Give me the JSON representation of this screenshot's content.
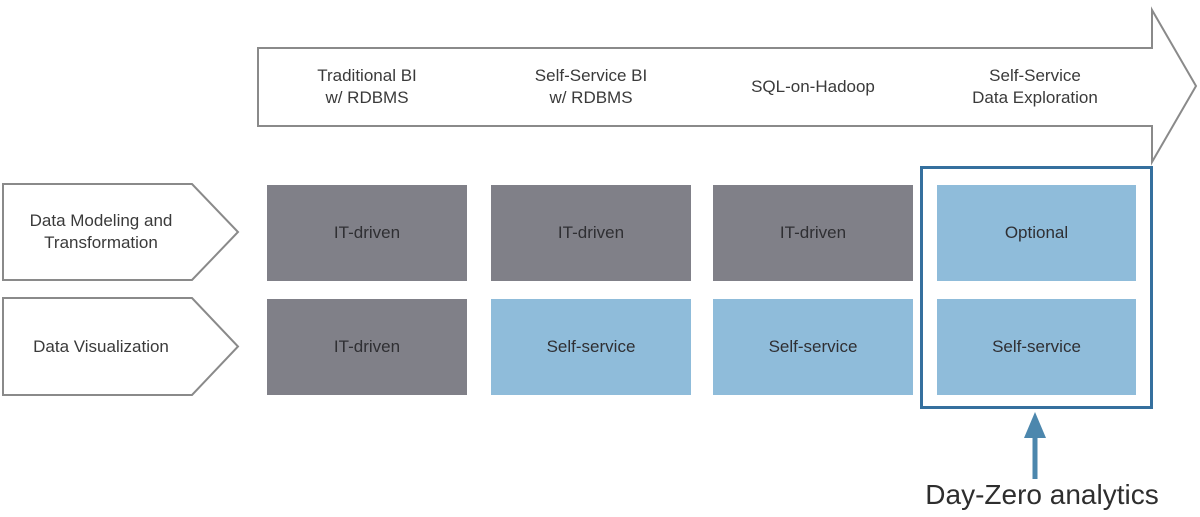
{
  "colors": {
    "gray_cell": "#808088",
    "blue_cell": "#8FBCDA",
    "outline": "#8A8A8A",
    "highlight_border": "#35709E",
    "annotation_arrow": "#4C87AD",
    "text": "#3A3A3A"
  },
  "timeline": {
    "stages": [
      {
        "label": "Traditional BI\nw/ RDBMS"
      },
      {
        "label": "Self-Service BI\nw/ RDBMS"
      },
      {
        "label": "SQL-on-Hadoop"
      },
      {
        "label": "Self-Service\nData Exploration"
      }
    ]
  },
  "rows": [
    {
      "label": "Data Modeling and\nTransformation"
    },
    {
      "label": "Data Visualization"
    }
  ],
  "matrix": [
    [
      {
        "label": "IT-driven",
        "type": "it_driven"
      },
      {
        "label": "IT-driven",
        "type": "it_driven"
      },
      {
        "label": "IT-driven",
        "type": "it_driven"
      },
      {
        "label": "Optional",
        "type": "self_service"
      }
    ],
    [
      {
        "label": "IT-driven",
        "type": "it_driven"
      },
      {
        "label": "Self-service",
        "type": "self_service"
      },
      {
        "label": "Self-service",
        "type": "self_service"
      },
      {
        "label": "Self-service",
        "type": "self_service"
      }
    ]
  ],
  "annotation": {
    "label": "Day-Zero analytics"
  }
}
